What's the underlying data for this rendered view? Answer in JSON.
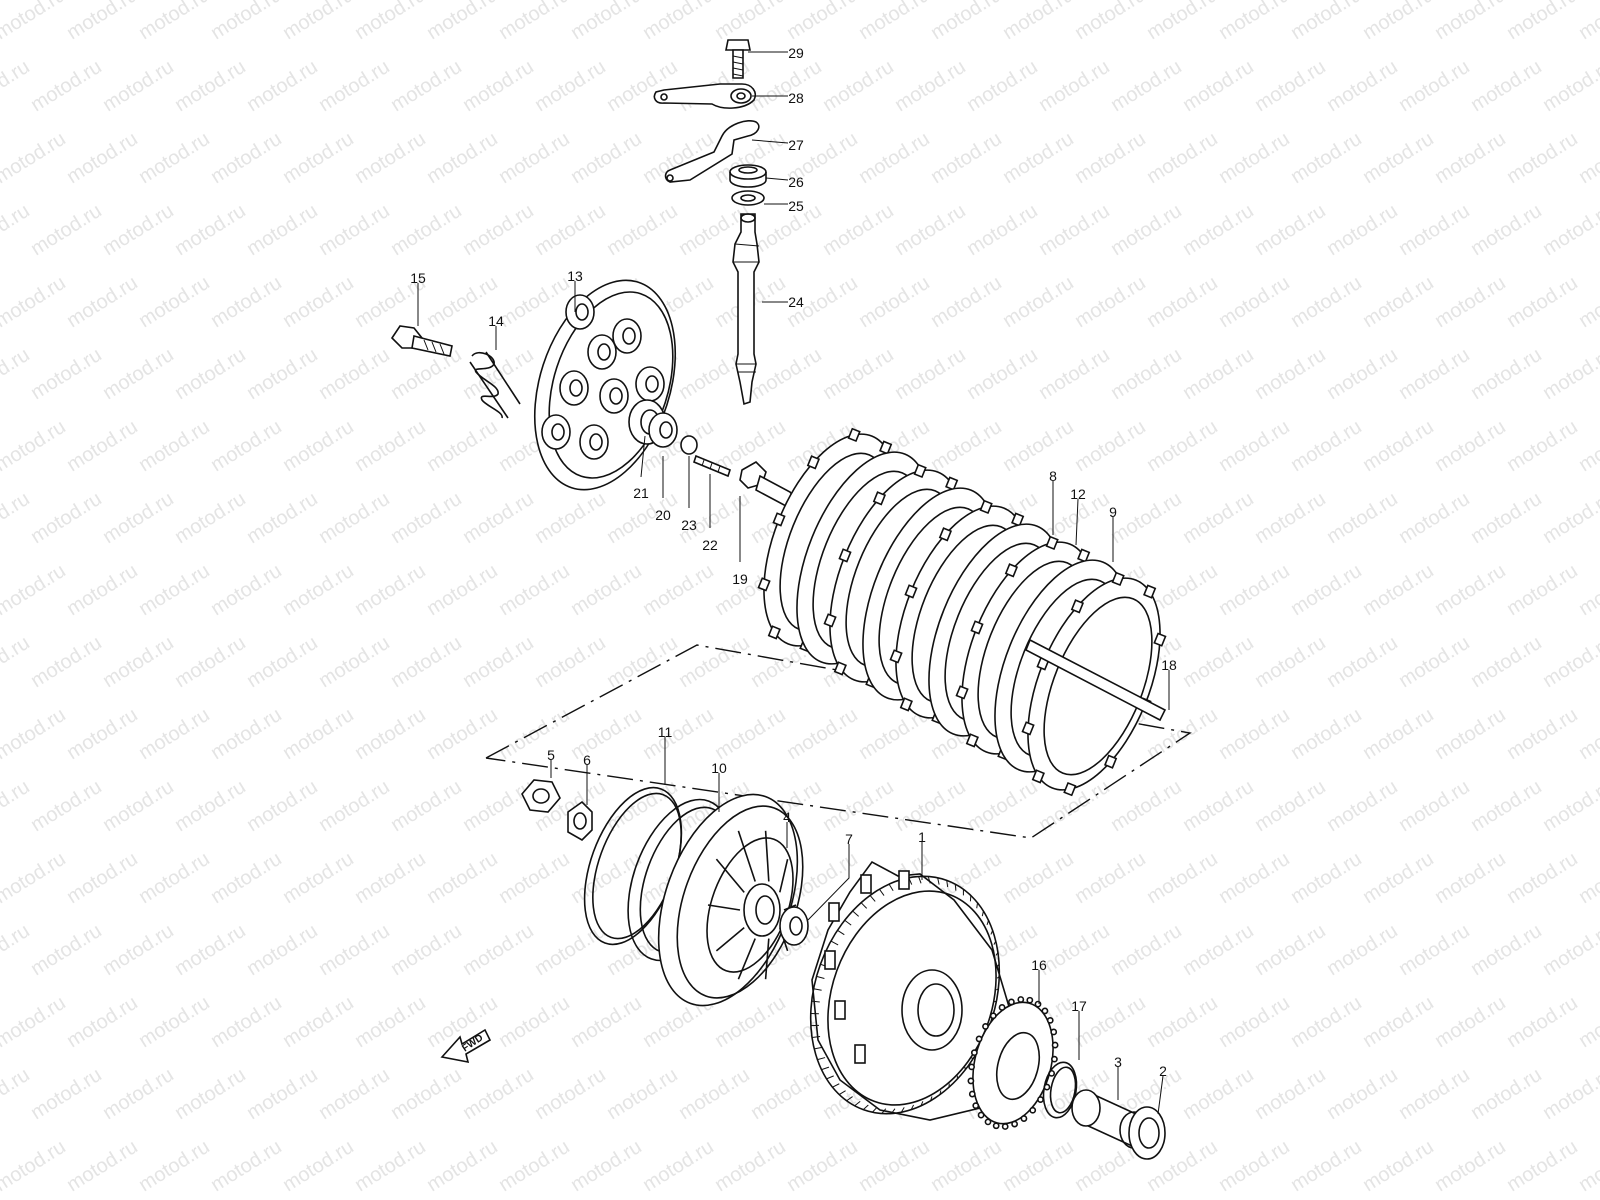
{
  "watermark": "motod.ru",
  "direction_label": "FWD",
  "callouts": [
    {
      "id": "1",
      "text": "1"
    },
    {
      "id": "2",
      "text": "2"
    },
    {
      "id": "3",
      "text": "3"
    },
    {
      "id": "4",
      "text": "4"
    },
    {
      "id": "5",
      "text": "5"
    },
    {
      "id": "6",
      "text": "6"
    },
    {
      "id": "7",
      "text": "7"
    },
    {
      "id": "8",
      "text": "8"
    },
    {
      "id": "9",
      "text": "9"
    },
    {
      "id": "10",
      "text": "10"
    },
    {
      "id": "11",
      "text": "11"
    },
    {
      "id": "12",
      "text": "12"
    },
    {
      "id": "13",
      "text": "13"
    },
    {
      "id": "14",
      "text": "14"
    },
    {
      "id": "15",
      "text": "15"
    },
    {
      "id": "16",
      "text": "16"
    },
    {
      "id": "17",
      "text": "17"
    },
    {
      "id": "18",
      "text": "18"
    },
    {
      "id": "19",
      "text": "19"
    },
    {
      "id": "20",
      "text": "20"
    },
    {
      "id": "21",
      "text": "21"
    },
    {
      "id": "22",
      "text": "22"
    },
    {
      "id": "23",
      "text": "23"
    },
    {
      "id": "24",
      "text": "24"
    },
    {
      "id": "25",
      "text": "25"
    },
    {
      "id": "26",
      "text": "26"
    },
    {
      "id": "27",
      "text": "27"
    },
    {
      "id": "28",
      "text": "28"
    },
    {
      "id": "29",
      "text": "29"
    }
  ]
}
